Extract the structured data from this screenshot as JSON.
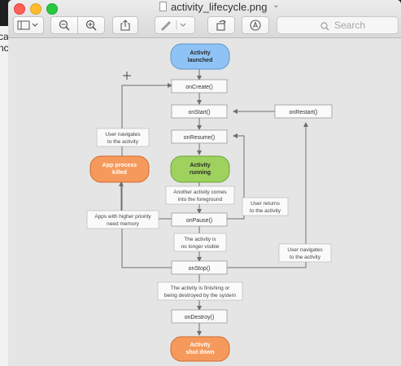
{
  "window": {
    "filename": "activity_lifecycle.png",
    "chevron": "⌄"
  },
  "background_window": {
    "fragments": [
      "ca",
      "nc"
    ]
  },
  "toolbar": {
    "search_placeholder": "Search"
  },
  "diagram": {
    "states": {
      "launched": [
        "Activity",
        "launched"
      ],
      "running": [
        "Activity",
        "running"
      ],
      "killed": [
        "App process",
        "killed"
      ],
      "shutdown": [
        "Activity",
        "shut down"
      ]
    },
    "callbacks": {
      "on_create": "onCreate()",
      "on_start": "onStart()",
      "on_resume": "onResume()",
      "on_pause": "onPause()",
      "on_stop": "onStop()",
      "on_destroy": "onDestroy()",
      "on_restart": "onRestart()"
    },
    "notes": {
      "user_nav_top": [
        "User navigates",
        "to the activity"
      ],
      "another_activity": [
        "Another activity comes",
        "into the foreground"
      ],
      "user_returns": [
        "User returns",
        "to the activity"
      ],
      "higher_priority": [
        "Apps with higher priority",
        "need memory"
      ],
      "no_longer_visible": [
        "The activity is",
        "no longer visible"
      ],
      "user_nav_right": [
        "User navigates",
        "to the activity"
      ],
      "finishing": [
        "The activity is finishing or",
        "being destroyed by the system"
      ]
    },
    "colors": {
      "launched": "#8fc3f5",
      "running": "#9fd15e",
      "killed": "#f59a5c",
      "shutdown": "#f59a5c",
      "line": "#6e6e6e"
    }
  }
}
